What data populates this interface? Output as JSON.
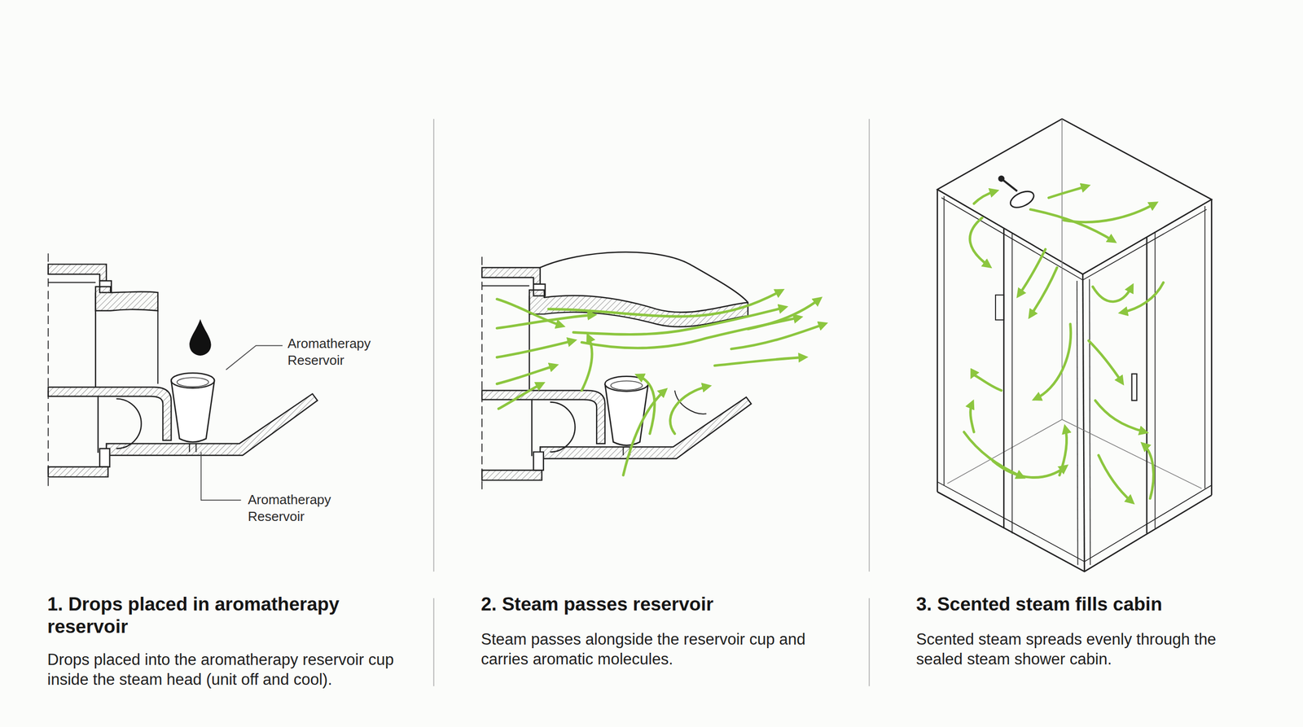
{
  "diagram": {
    "labels": [
      "Aromatherapy Reservoir",
      "Aromatherapy Reservoir",
      "1. Drops placed in aromatherapy reservoir",
      "Drops placed into the aromatherapy reservoir cup inside the steam head (unit off and cool).",
      "2. Steam passes reservoir",
      "Steam passes alongside the reservoir cup and carries aromatic molecules.",
      "3. Scented steam fills cabin",
      "Scented steam spreads evenly through the sealed steam shower cabin."
    ]
  }
}
